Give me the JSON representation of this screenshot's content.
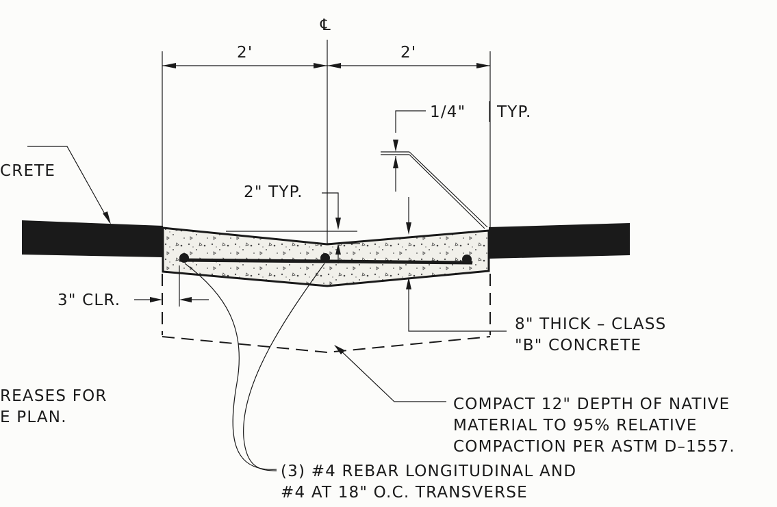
{
  "labels": {
    "centerline": "℄",
    "dim_left": "2'",
    "dim_right": "2'",
    "quarter_typ": "1/4\"",
    "quarter_typ_suffix": "TYP.",
    "concrete_cut": "CRETE",
    "two_typ": "2\" TYP.",
    "three_clr": "3\" CLR.",
    "thick_line1": "8\" THICK – CLASS",
    "thick_line2": "\"B\" CONCRETE",
    "compact_line1": "COMPACT 12\" DEPTH OF NATIVE",
    "compact_line2": "MATERIAL TO 95% RELATIVE",
    "compact_line3": "COMPACTION PER ASTM D–1557.",
    "rebar_line1": "(3) #4 REBAR LONGITUDINAL AND",
    "rebar_line2": "#4 AT 18\" O.C. TRANSVERSE",
    "increase_line1": "REASES FOR",
    "increase_line2": "E PLAN."
  },
  "colors": {
    "ink": "#1a1a1a",
    "paper": "#fcfcfa",
    "concrete_fill": "#f1f0ea"
  }
}
